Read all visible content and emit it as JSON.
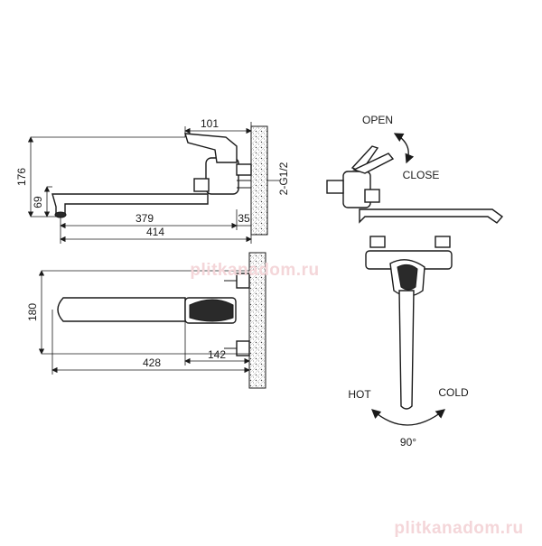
{
  "dimensions": {
    "d101": "101",
    "d176": "176",
    "d69": "69",
    "d379": "379",
    "d414": "414",
    "d35": "35",
    "thread": "2-G1/2",
    "d180": "180",
    "d428": "428",
    "d142": "142"
  },
  "labels": {
    "open": "OPEN",
    "close": "CLOSE",
    "hot": "HOT",
    "cold": "COLD",
    "angle": "90°"
  },
  "watermark": {
    "top": "plitkanadom.ru",
    "bottom": "plitkanadom.ru"
  },
  "colors": {
    "line": "#1a1a1a",
    "watermark": "#f4d6d9"
  }
}
